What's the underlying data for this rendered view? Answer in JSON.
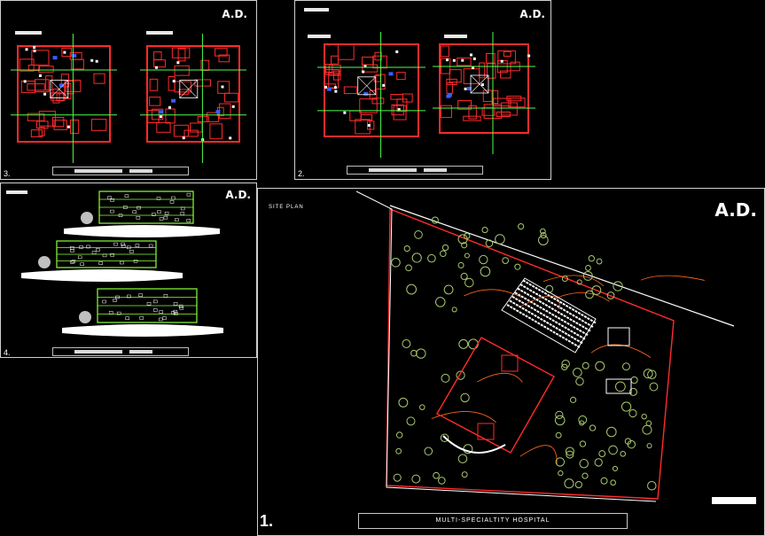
{
  "sheets": [
    {
      "id": "sheet-3",
      "number": "3.",
      "brand": "A.D."
    },
    {
      "id": "sheet-2",
      "number": "2.",
      "brand": "A.D."
    },
    {
      "id": "sheet-4",
      "number": "4.",
      "brand": "A.D."
    },
    {
      "id": "sheet-1",
      "number": "1.",
      "brand": "A.D."
    }
  ],
  "site_plan": {
    "label": "SITE PLAN",
    "project_title": "MULTI-SPECIALTITY HOSPITAL"
  },
  "colors": {
    "background": "#000000",
    "walls": "#ff2b2b",
    "grid_axis": "#4cff4c",
    "vegetation": "#a8c86e",
    "contours": "#ff6a1a",
    "blue_marks": "#3b5bff",
    "elevation_lines": "#8cff3c"
  }
}
